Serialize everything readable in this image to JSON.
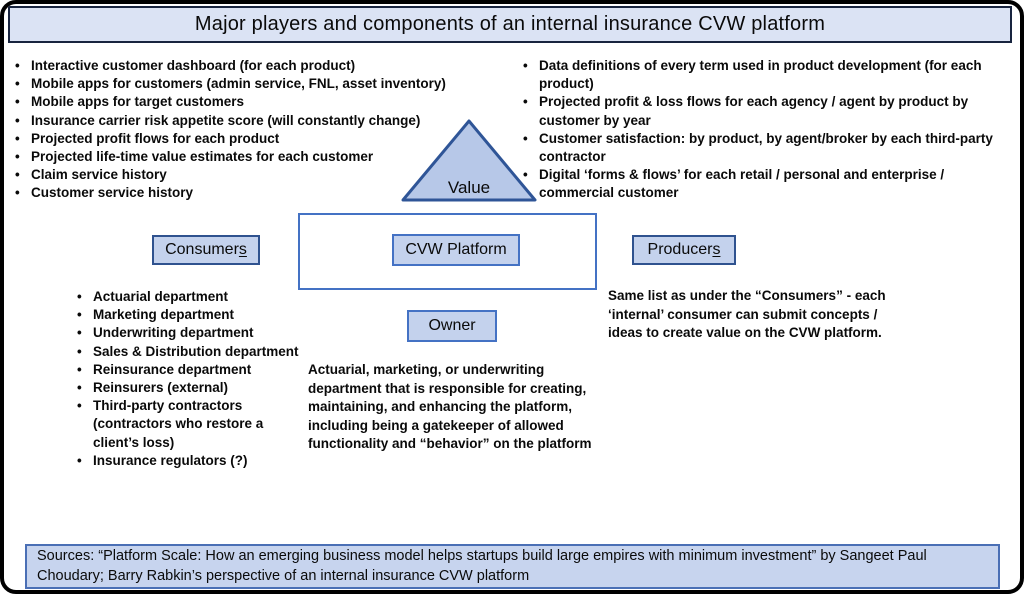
{
  "title": "Major players and components of an internal insurance CVW platform",
  "top_left_list": {
    "items": [
      "Interactive customer dashboard (for each product)",
      "Mobile apps for customers (admin service, FNL, asset inventory)",
      "Mobile apps for target customers",
      "Insurance carrier risk appetite score (will constantly change)",
      "Projected profit flows for each product",
      "Projected life-time value estimates for each customer",
      "Claim service history",
      "Customer service history"
    ]
  },
  "top_right_list": {
    "items": [
      "Data definitions of every term used in product development (for each product)",
      "Projected profit & loss flows for each agency / agent by product by customer by year",
      "Customer satisfaction: by product, by agent/broker by each third-party contractor",
      "Digital ‘forms & flows’ for each retail / personal and enterprise / commercial customer"
    ]
  },
  "triangle": {
    "label": "Value"
  },
  "nodes": {
    "consumers": {
      "main": "Consumer",
      "suffix": "s"
    },
    "platform": {
      "label": "CVW Platform"
    },
    "producers": {
      "main": "Producer",
      "suffix": "s"
    },
    "owner": {
      "label": "Owner"
    }
  },
  "consumers_list": {
    "items": [
      "Actuarial department",
      "Marketing department",
      "Underwriting department",
      "Sales & Distribution department",
      "Reinsurance department",
      "Reinsurers (external)",
      "Third-party contractors (contractors who restore a client’s loss)",
      "Insurance regulators (?)"
    ]
  },
  "producers_note": "Same list as under the “Consumers” - each ‘internal’ consumer can submit concepts / ideas to create value on the CVW platform.",
  "owner_note": "Actuarial, marketing, or underwriting department that is responsible for creating, maintaining, and enhancing the platform, including being a gatekeeper of allowed functionality and “behavior” on the platform",
  "sources": "Sources: “Platform Scale: How an emerging business model helps startups build large empires with minimum investment” by Sangeet Paul Choudary; Barry Rabkin’s perspective of an internal insurance CVW platform",
  "colors": {
    "title_fill": "#dbe3f4",
    "box_fill": "#c4d2ed",
    "box_border_dark": "#2f528f",
    "box_border_blue": "#4472c4",
    "triangle_fill": "#b7c8e8",
    "triangle_border": "#2f5597",
    "canvas_border": "#000000"
  }
}
